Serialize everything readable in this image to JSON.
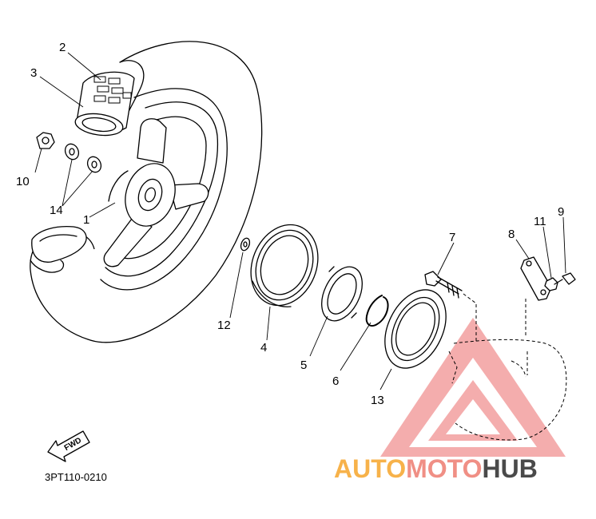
{
  "diagram": {
    "callouts": [
      {
        "id": "2",
        "text": "2"
      },
      {
        "id": "3",
        "text": "3"
      },
      {
        "id": "10",
        "text": "10"
      },
      {
        "id": "14",
        "text": "14"
      },
      {
        "id": "1",
        "text": "1"
      },
      {
        "id": "12",
        "text": "12"
      },
      {
        "id": "4",
        "text": "4"
      },
      {
        "id": "5",
        "text": "5"
      },
      {
        "id": "6",
        "text": "6"
      },
      {
        "id": "13",
        "text": "13"
      },
      {
        "id": "7",
        "text": "7"
      },
      {
        "id": "8",
        "text": "8"
      },
      {
        "id": "11",
        "text": "11"
      },
      {
        "id": "9",
        "text": "9"
      }
    ],
    "fwd_label": "FWD",
    "drawing_code": "3PT110-0210"
  },
  "watermark": {
    "auto": "AUTO",
    "moto": "MOTO",
    "hub": "HUB",
    "colors": {
      "auto": "#f7b24a",
      "moto": "#f08f85",
      "hub": "#4a4a4a",
      "triangle": "#ee6a6a"
    }
  }
}
